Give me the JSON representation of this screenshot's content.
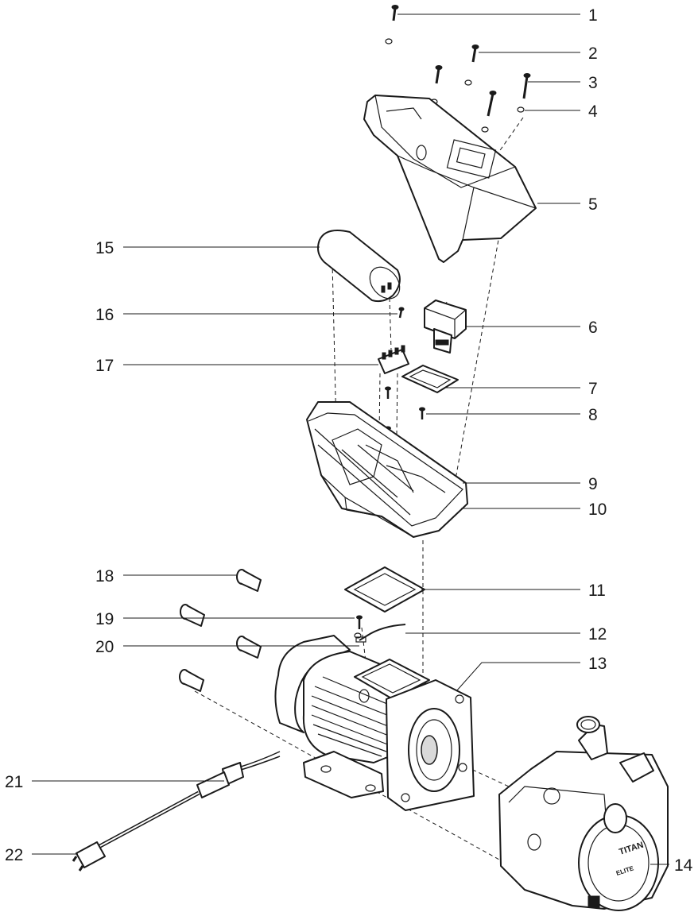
{
  "callouts": [
    {
      "number": "1"
    },
    {
      "number": "2"
    },
    {
      "number": "3"
    },
    {
      "number": "4"
    },
    {
      "number": "5"
    },
    {
      "number": "6"
    },
    {
      "number": "7"
    },
    {
      "number": "8"
    },
    {
      "number": "9"
    },
    {
      "number": "10"
    },
    {
      "number": "11"
    },
    {
      "number": "12"
    },
    {
      "number": "13"
    },
    {
      "number": "14"
    },
    {
      "number": "15"
    },
    {
      "number": "16"
    },
    {
      "number": "17"
    },
    {
      "number": "18"
    },
    {
      "number": "19"
    },
    {
      "number": "20"
    },
    {
      "number": "21"
    },
    {
      "number": "22"
    }
  ],
  "pump_branding": {
    "brand": "TITAN",
    "model": "ELITE"
  }
}
